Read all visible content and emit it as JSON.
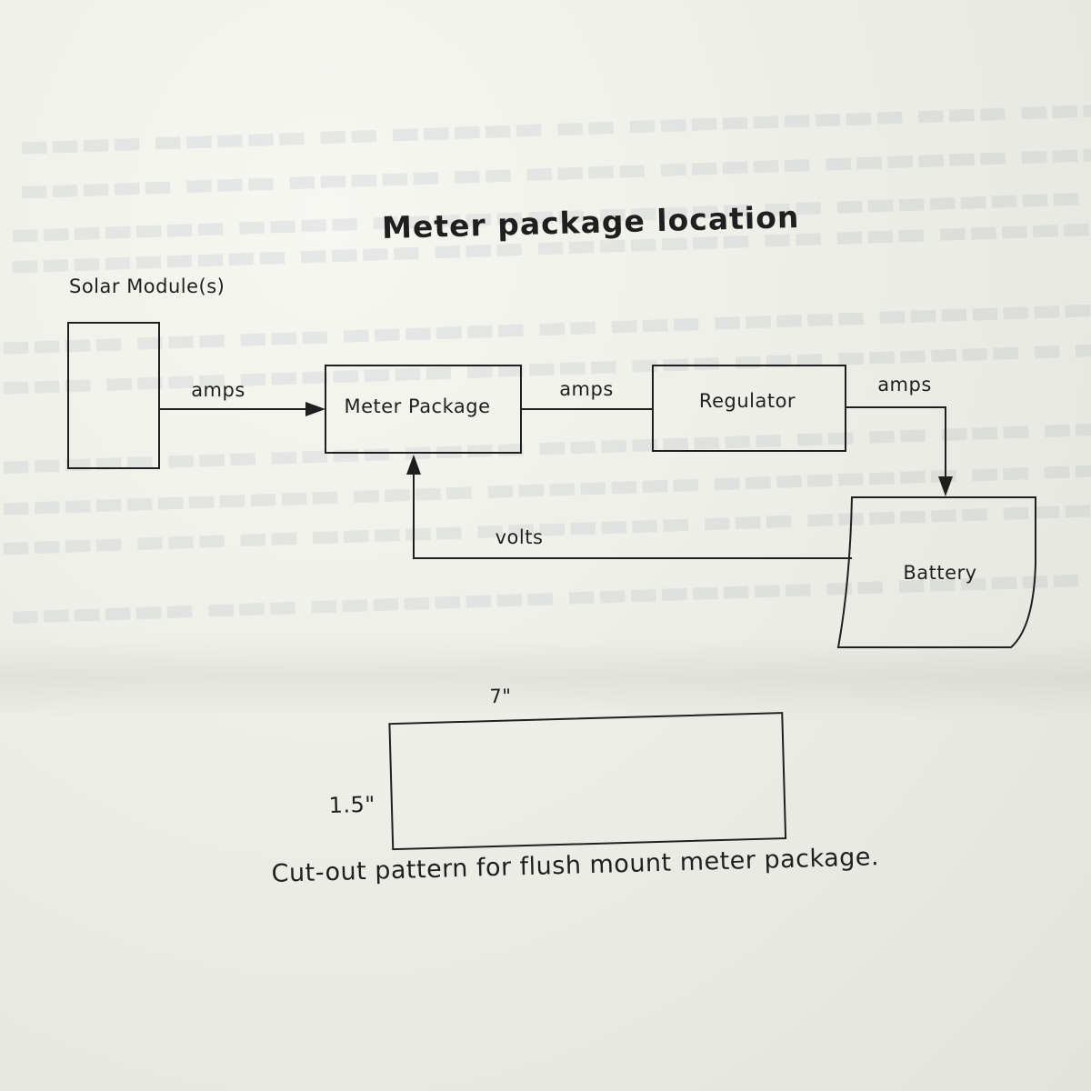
{
  "diagram": {
    "title": "Meter package location",
    "nodes": {
      "solar": {
        "label": "Solar Module(s)"
      },
      "meter": {
        "label": "Meter Package"
      },
      "regulator": {
        "label": "Regulator"
      },
      "battery": {
        "label": "Battery"
      }
    },
    "edges": {
      "solar_to_meter": {
        "label": "amps"
      },
      "meter_to_regulator": {
        "label": "amps"
      },
      "regulator_to_battery": {
        "label": "amps"
      },
      "battery_to_meter": {
        "label": "volts"
      }
    }
  },
  "cutout": {
    "width_label": "7\"",
    "height_label": "1.5\"",
    "caption": "Cut-out pattern for flush mount meter package."
  },
  "colors": {
    "ink": "#1f1f1f",
    "paper": "#efefe9"
  }
}
